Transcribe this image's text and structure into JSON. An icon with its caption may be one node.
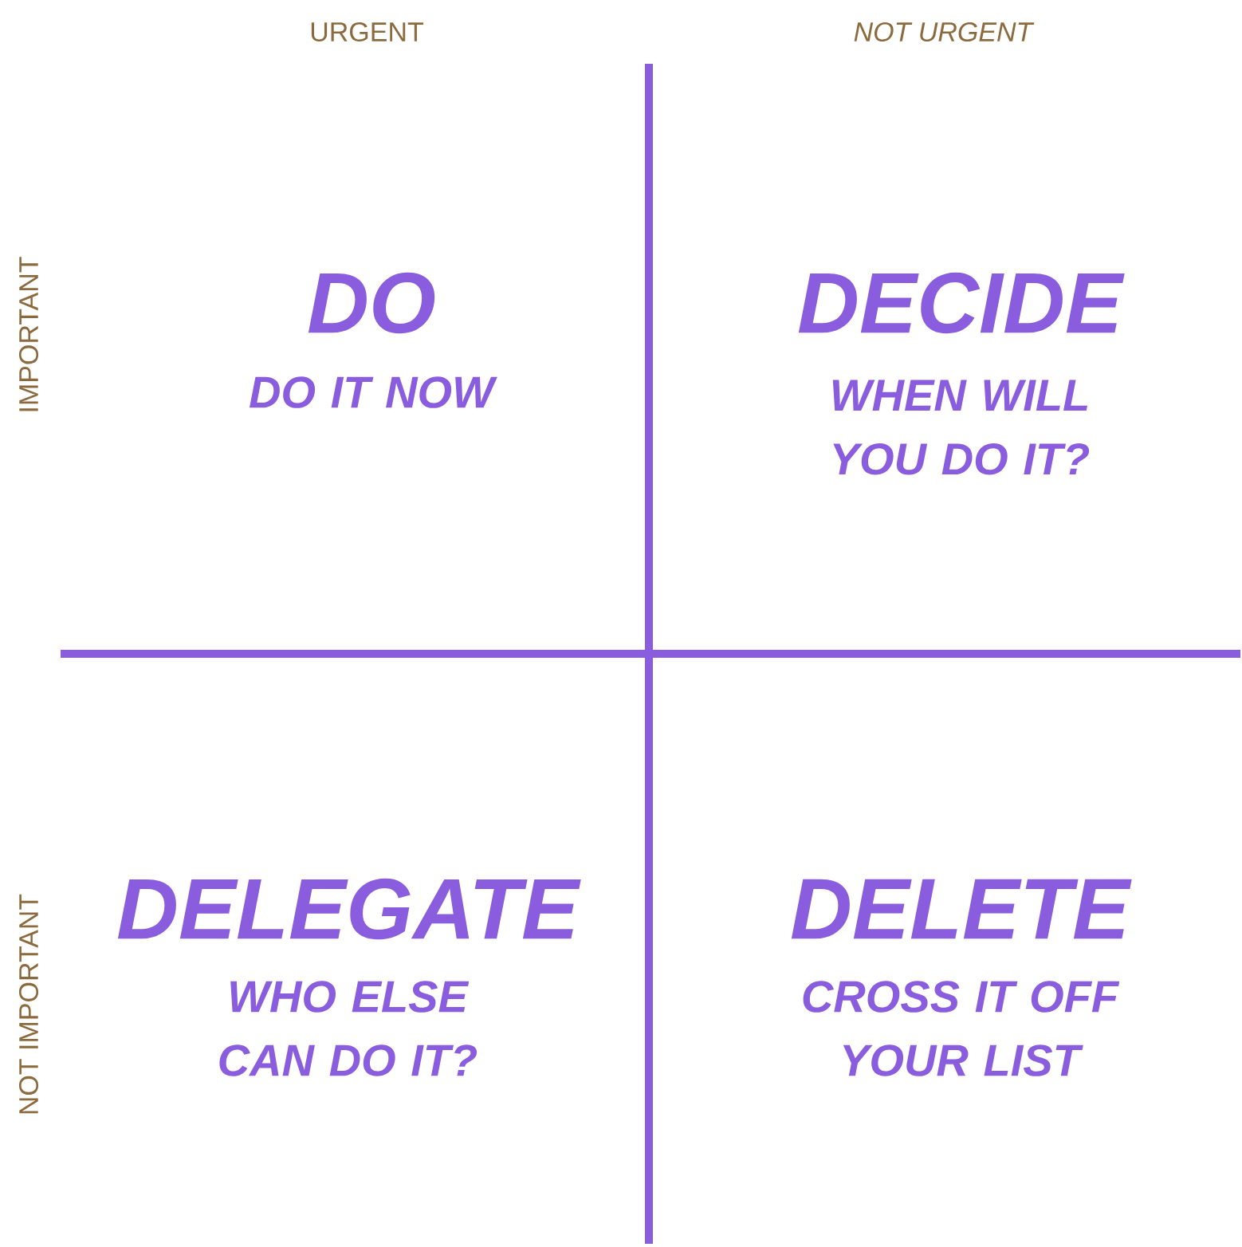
{
  "diagram": {
    "labels": [
      "URGENT",
      "*NOT URGENT*",
      "IMPORTANT",
      "DO",
      "DO IT NOW",
      "DECIDE",
      "WHEN WILL YOU DO IT?",
      "NOT IMPORTANT",
      "DELEGATE",
      "WHO ELSE CAN DO IT?",
      "DELETE",
      "CROSS IT OFF YOUR LIST"
    ]
  }
}
